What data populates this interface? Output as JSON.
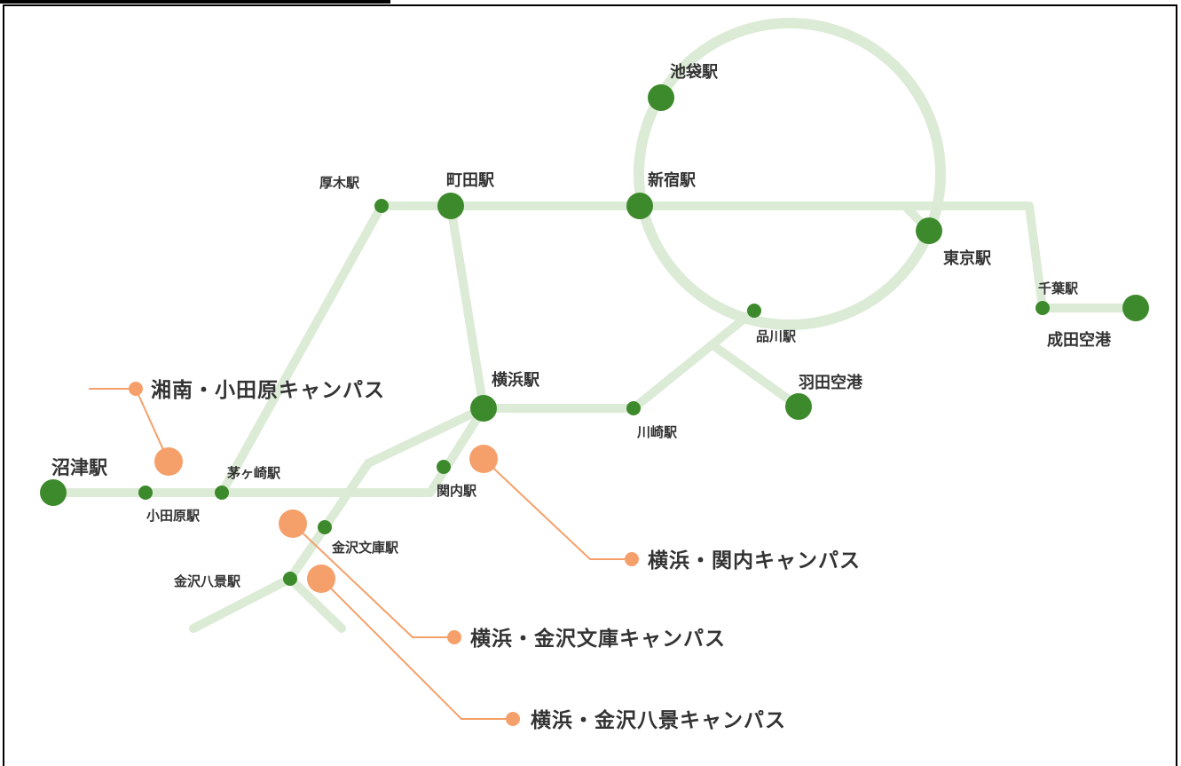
{
  "colors": {
    "rail": "#dcebd6",
    "station": "#3d8a2c",
    "campus": "#f5a06a",
    "text": "#333333"
  },
  "stations": {
    "numazu": "沼津駅",
    "odawara": "小田原駅",
    "chigasaki": "茅ヶ崎駅",
    "atsugi": "厚木駅",
    "machida": "町田駅",
    "shinjuku": "新宿駅",
    "ikebukuro": "池袋駅",
    "tokyo": "東京駅",
    "chiba": "千葉駅",
    "narita": "成田空港",
    "shinagawa": "品川駅",
    "haneda": "羽田空港",
    "yokohama": "横浜駅",
    "kawasaki": "川崎駅",
    "kannai": "関内駅",
    "kanazawa_bunko": "金沢文庫駅",
    "kanazawa_hakkei": "金沢八景駅"
  },
  "campuses": {
    "shonan": "湘南・小田原キャンパス",
    "kannai": "横浜・関内キャンパス",
    "bunko": "横浜・金沢文庫キャンパス",
    "hakkei": "横浜・金沢八景キャンパス"
  }
}
